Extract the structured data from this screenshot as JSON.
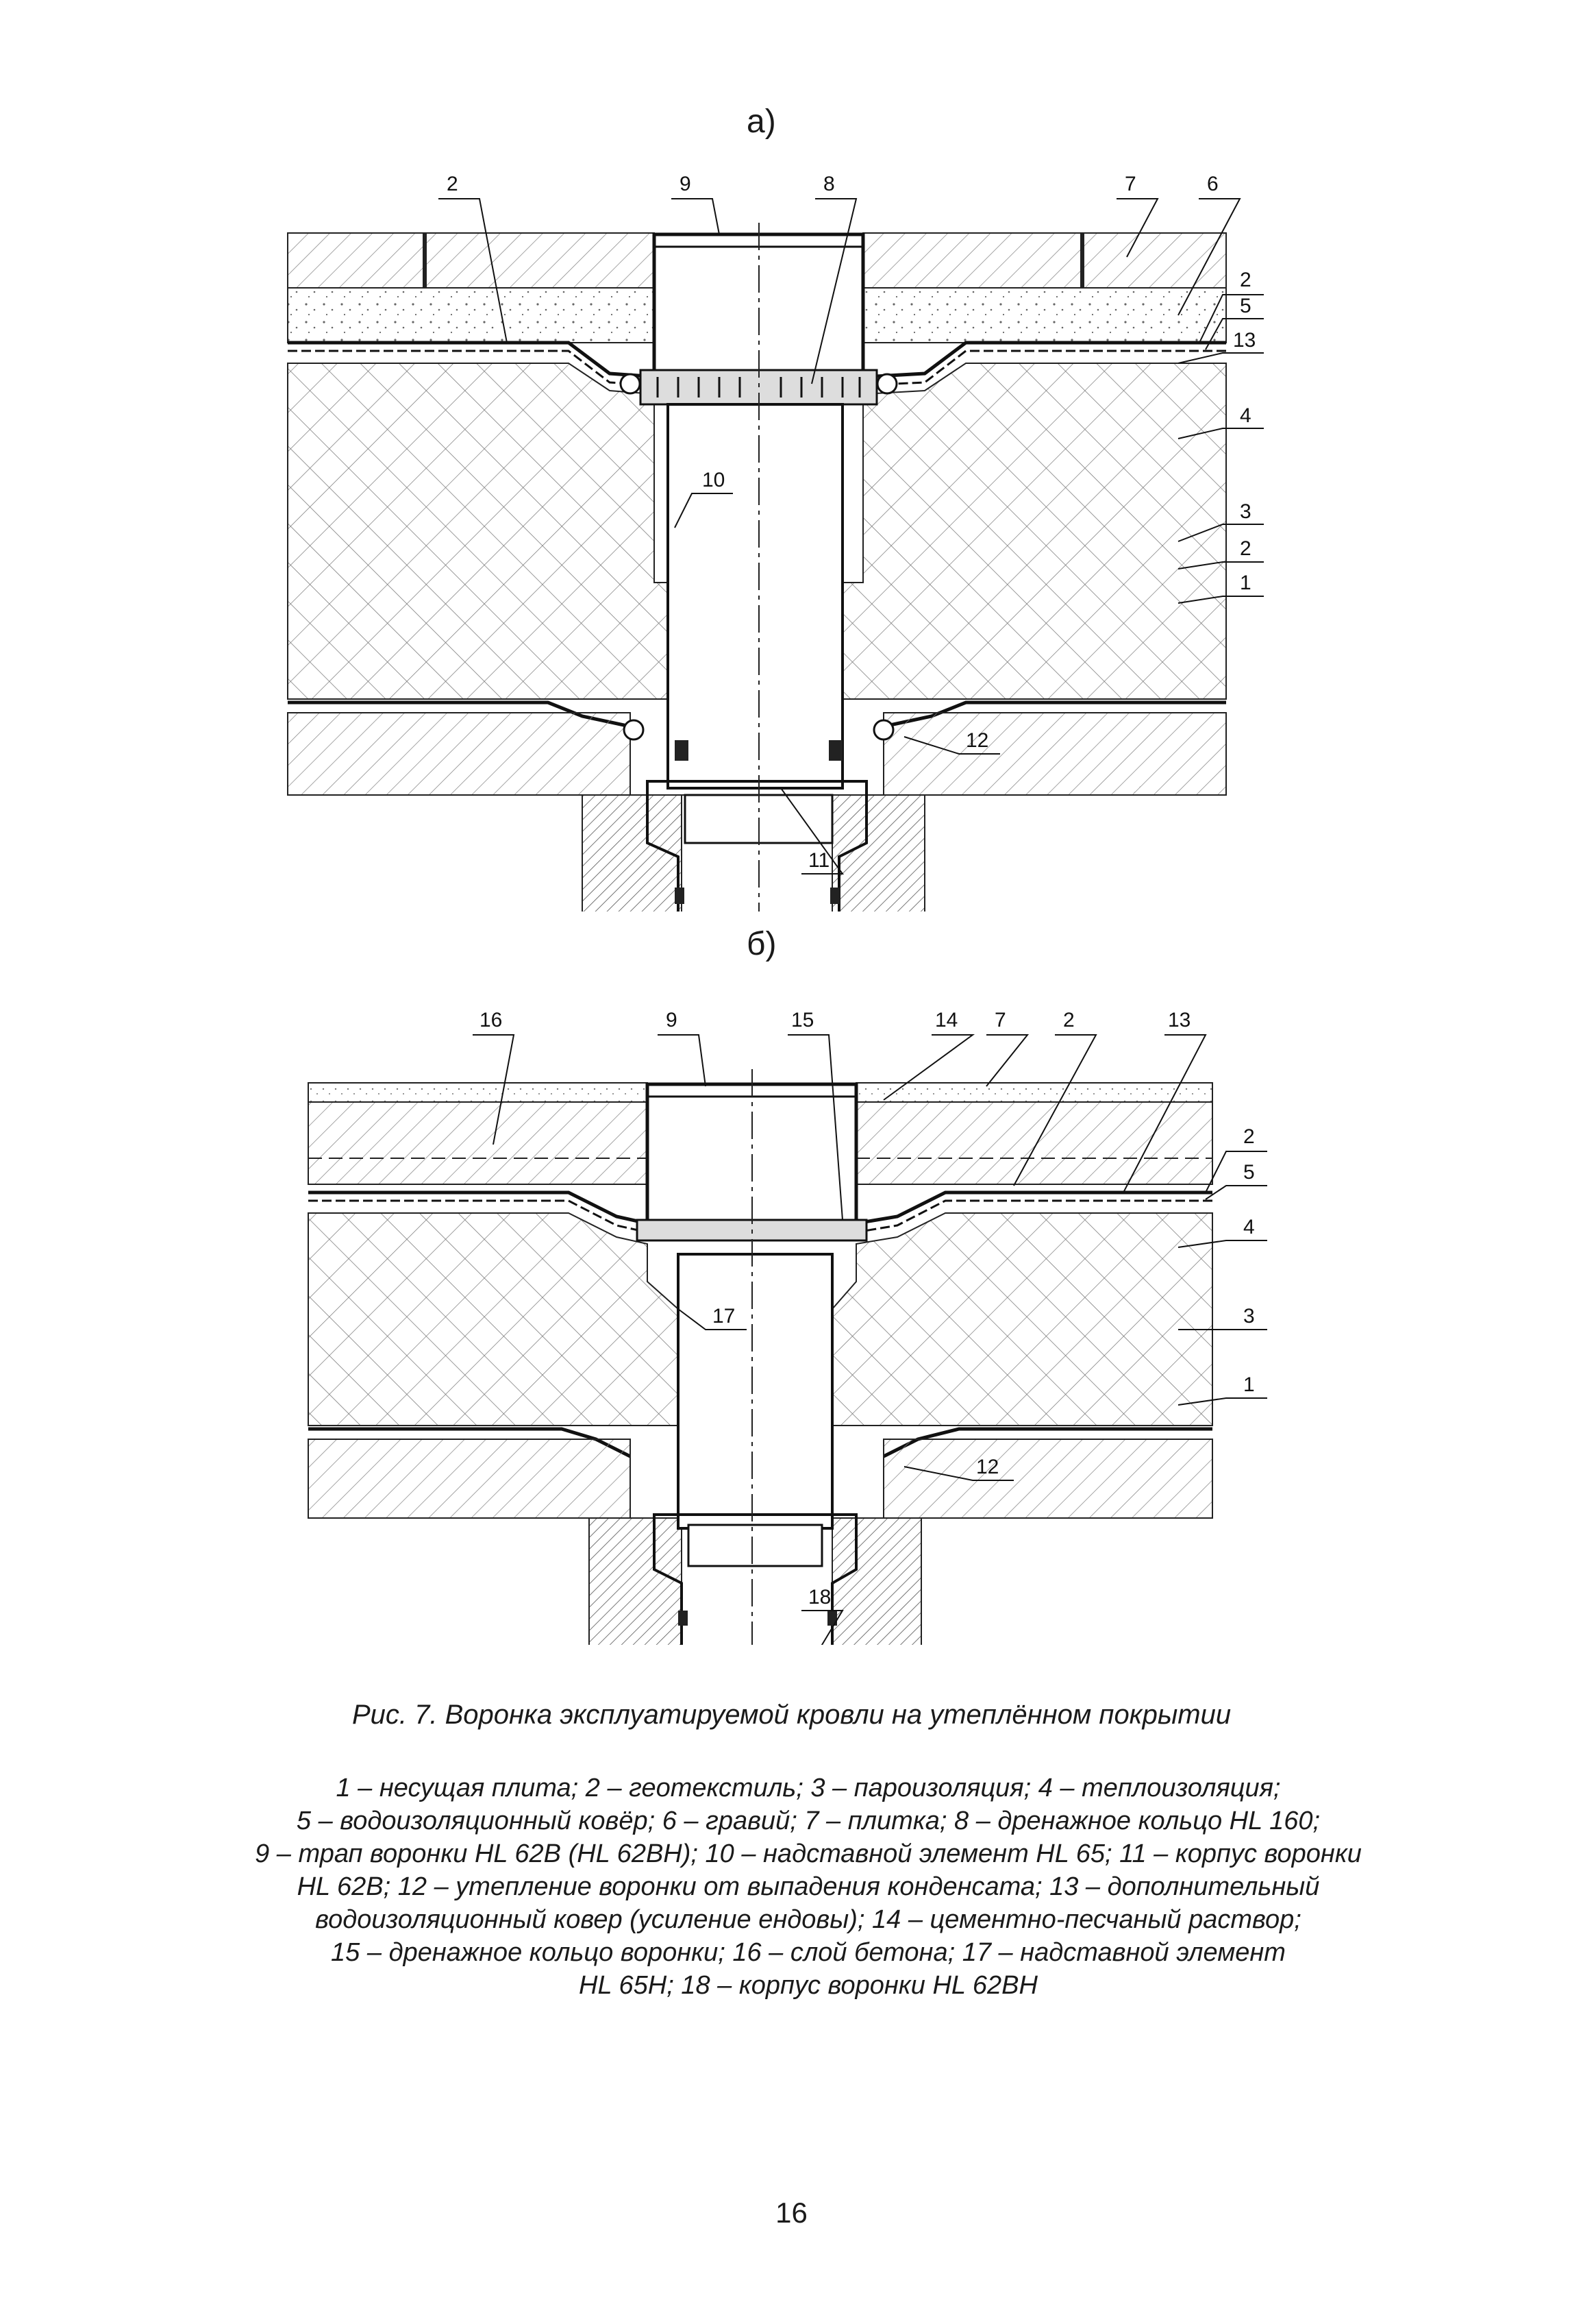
{
  "figure_a": {
    "label": "а)",
    "callouts": {
      "c2_top": "2",
      "c9": "9",
      "c8": "8",
      "c7": "7",
      "c6": "6",
      "c2_right": "2",
      "c5": "5",
      "c13": "13",
      "c4": "4",
      "c10": "10",
      "c3": "3",
      "c2_low": "2",
      "c1": "1",
      "c12": "12",
      "c11": "11"
    }
  },
  "figure_b": {
    "label": "б)",
    "callouts": {
      "c16": "16",
      "c9": "9",
      "c15": "15",
      "c14": "14",
      "c7": "7",
      "c2_top": "2",
      "c13": "13",
      "c2_right": "2",
      "c5": "5",
      "c4": "4",
      "c3": "3",
      "c17": "17",
      "c1": "1",
      "c12": "12",
      "c18": "18"
    }
  },
  "caption": "Рис.  7.  Воронка эксплуатируемой кровли на утеплённом покрытии",
  "legend_lines": [
    "1 – несущая плита; 2 – геотекстиль; 3 – пароизоляция; 4 – теплоизоляция;",
    "5 – водоизоляционный ковёр; 6 – гравий; 7 – плитка; 8 – дренажное кольцо HL 160;",
    "9 – трап воронки HL 62B (HL 62BH); 10 – надставной элемент HL 65; 11 – корпус воронки",
    "HL 62B; 12 – утепление воронки от выпадения конденсата; 13 – дополнительный",
    "водоизоляционный ковер (усиление ендовы); 14 – цементно-песчаный раствор;",
    "15 – дренажное кольцо воронки; 16 – слой бетона; 17 – надставной элемент",
    "HL 65H; 18 – корпус воронки HL 62BH"
  ],
  "page_number": "16"
}
